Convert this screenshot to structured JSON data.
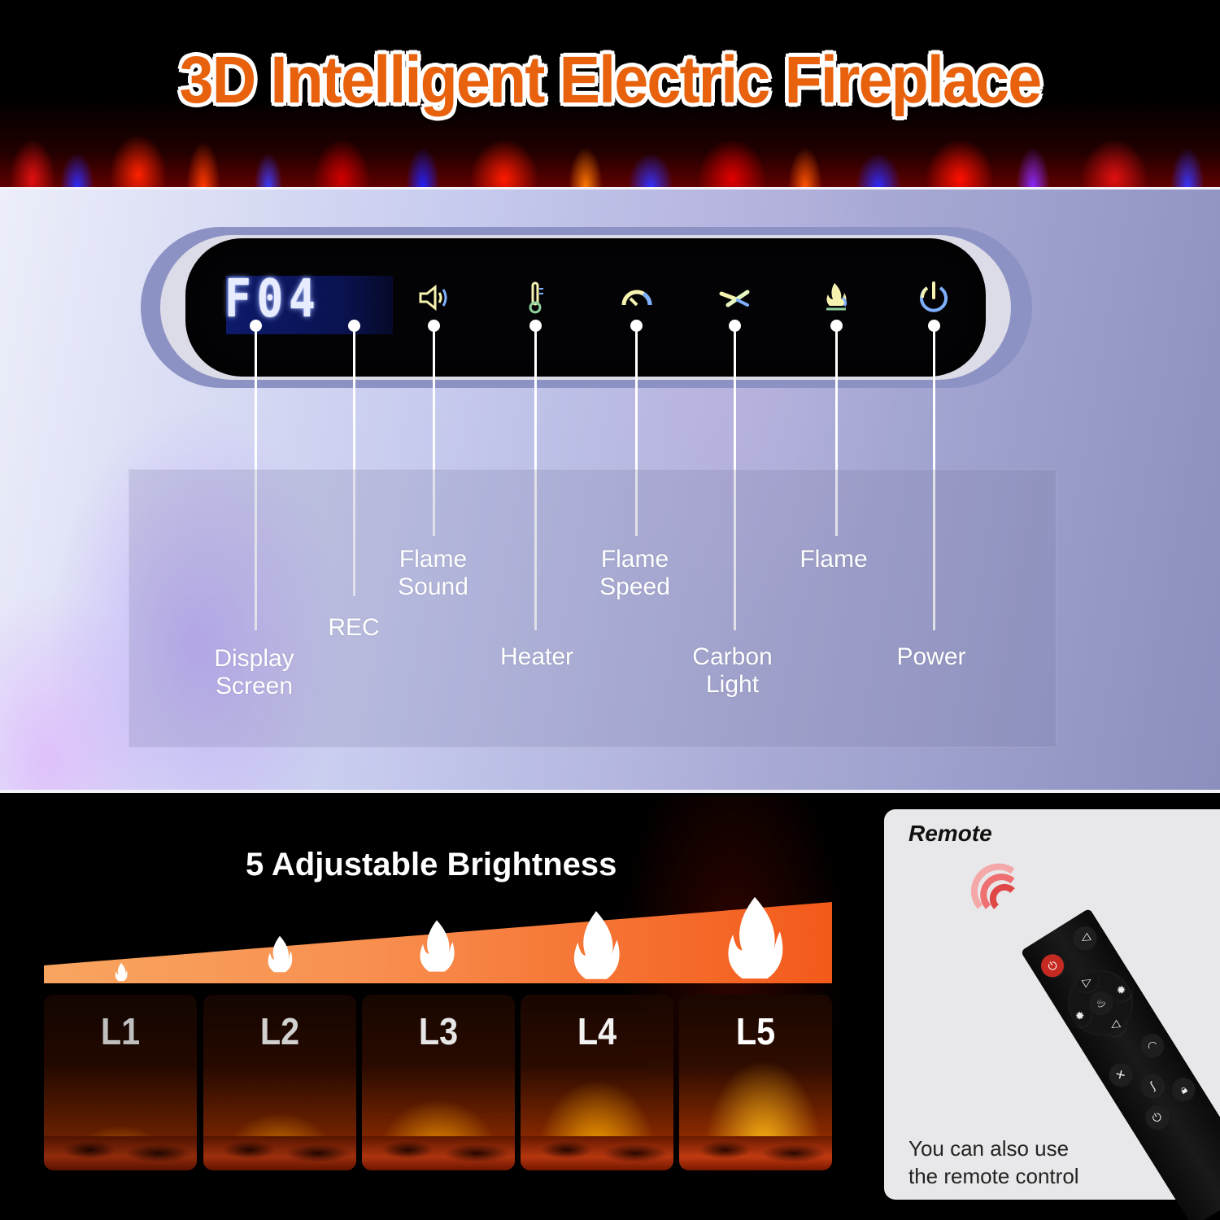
{
  "header": {
    "title": "3D Intelligent Electric Fireplace"
  },
  "control_panel": {
    "display_value": "F04",
    "icons": [
      {
        "name": "display-screen",
        "glyph": ""
      },
      {
        "name": "rec",
        "glyph": ""
      },
      {
        "name": "flame-sound",
        "glyph": "🔊︎"
      },
      {
        "name": "heater",
        "glyph": "🌡︎"
      },
      {
        "name": "flame-speed",
        "glyph": "◠"
      },
      {
        "name": "carbon-light",
        "glyph": "✕"
      },
      {
        "name": "flame",
        "glyph": "🔥︎"
      },
      {
        "name": "power",
        "glyph": "⏻"
      }
    ],
    "labels": {
      "display_screen": [
        "Display",
        "Screen"
      ],
      "rec": "REC",
      "flame_sound": [
        "Flame",
        "Sound"
      ],
      "heater": "Heater",
      "flame_speed": [
        "Flame",
        "Speed"
      ],
      "carbon_light": [
        "Carbon",
        "Light"
      ],
      "flame": "Flame",
      "power": "Power"
    }
  },
  "brightness": {
    "title": "5 Adjustable Brightness",
    "levels": [
      {
        "label": "L1"
      },
      {
        "label": "L2"
      },
      {
        "label": "L3"
      },
      {
        "label": "L4"
      },
      {
        "label": "L5"
      }
    ],
    "ramp_color_start": "#f8a560",
    "ramp_color_end": "#f35a1a"
  },
  "remote": {
    "title": "Remote",
    "caption_line1": "You can also use",
    "caption_line2": "the remote control",
    "buttons": [
      "power",
      "flame-sound",
      "up",
      "brightness-up",
      "flame",
      "brightness-down",
      "down",
      "flame-speed",
      "carbon-light",
      "heater",
      "lock",
      "timer"
    ],
    "accent_color": "#c42a22"
  }
}
